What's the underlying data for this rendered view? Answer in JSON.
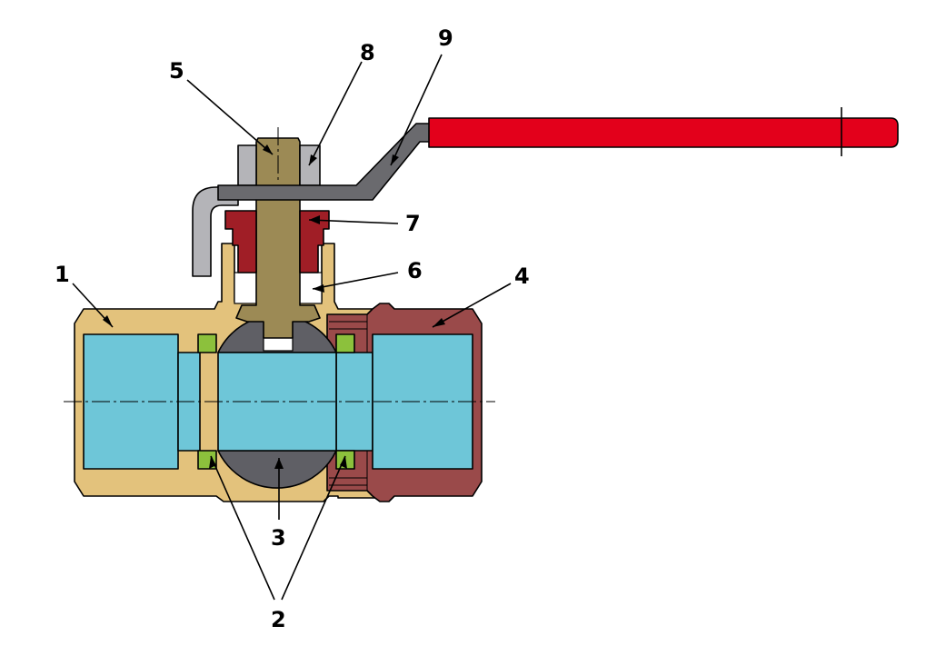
{
  "title": "Ball valve cross-section",
  "colors": {
    "body": "#e3c27c",
    "nut": "#9a4a4a",
    "bore": "#6ec6d8",
    "ball": "#5f5f65",
    "seal": "#8cc13c",
    "stem": "#9c8a55",
    "gland": "#a01e26",
    "handle": "#e3001b",
    "handle_steel": "#6a6a6e",
    "cap": "#b4b4b8"
  },
  "labels": [
    {
      "id": "1",
      "text": "1",
      "part": "body"
    },
    {
      "id": "2",
      "text": "2",
      "part": "seat-seal"
    },
    {
      "id": "3",
      "text": "3",
      "part": "ball"
    },
    {
      "id": "4",
      "text": "4",
      "part": "end-nut"
    },
    {
      "id": "5",
      "text": "5",
      "part": "stem"
    },
    {
      "id": "6",
      "text": "6",
      "part": "stem-gap"
    },
    {
      "id": "7",
      "text": "7",
      "part": "packing-gland"
    },
    {
      "id": "8",
      "text": "8",
      "part": "stem-nut"
    },
    {
      "id": "9",
      "text": "9",
      "part": "handle"
    }
  ]
}
